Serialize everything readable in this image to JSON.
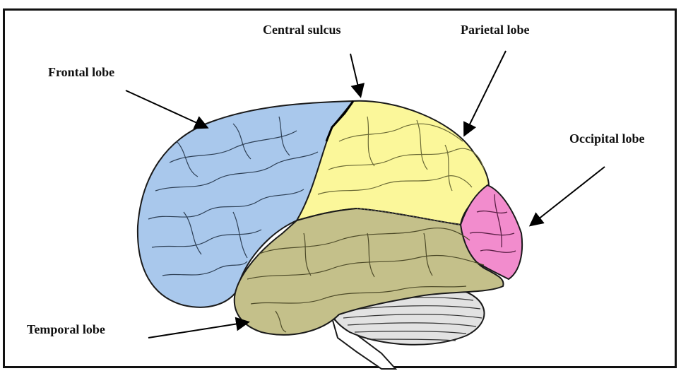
{
  "labels": {
    "central_sulcus": "Central sulcus",
    "parietal_lobe": "Parietal lobe",
    "frontal_lobe": "Frontal lobe",
    "occipital_lobe": "Occipital lobe",
    "temporal_lobe": "Temporal lobe"
  },
  "colors": {
    "frontal": "#a9c8ec",
    "parietal": "#fbf79a",
    "occipital": "#f28ccd",
    "temporal": "#c4c08a",
    "cerebellum": "#e2e2e2",
    "outline": "#1a1a1a"
  }
}
